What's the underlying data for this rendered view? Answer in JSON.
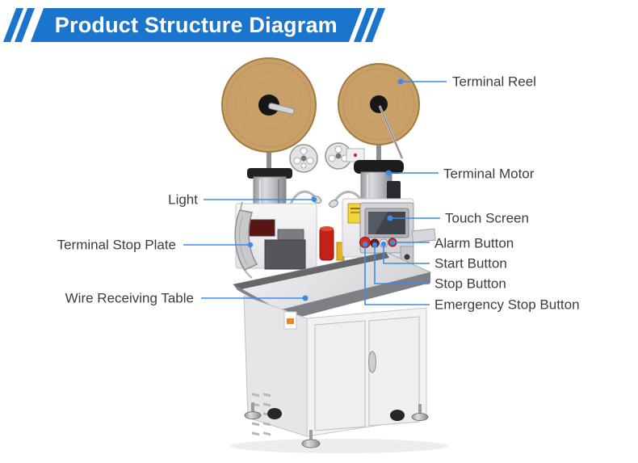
{
  "header": {
    "title": "Product Structure Diagram"
  },
  "diagram": {
    "labels": {
      "terminal_reel": "Terminal Reel",
      "terminal_motor": "Terminal Motor",
      "touch_screen": "Touch Screen",
      "alarm_button": "Alarm Button",
      "start_button": "Start Button",
      "stop_button": "Stop Button",
      "emergency_stop_button": "Emergency Stop Button",
      "light": "Light",
      "terminal_stop_plate": "Terminal Stop Plate",
      "wire_receiving_table": "Wire Receiving Table"
    },
    "colors": {
      "banner_blue": "#1b75cd",
      "leader_line_blue": "#3b8ce6",
      "label_text": "#3c3c40",
      "reel_tan": "#c9a06a"
    }
  }
}
